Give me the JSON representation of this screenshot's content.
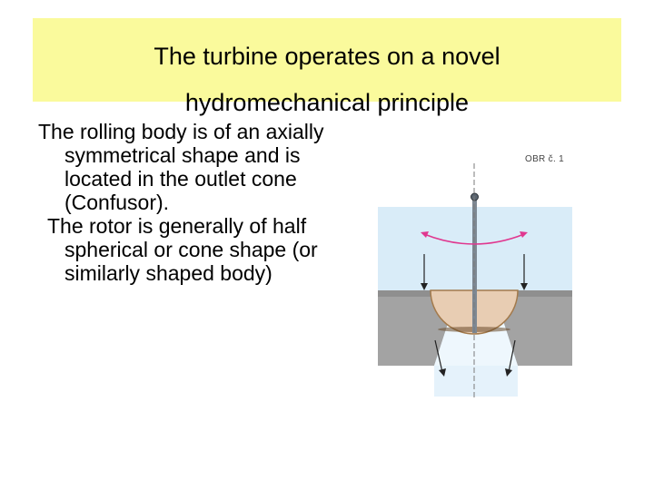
{
  "title": {
    "line1": "The turbine operates on a novel",
    "line2": "hydromechanical principle"
  },
  "body": {
    "paragraph1": "The rolling body is of an axially symmetrical shape and is located in the outlet cone (Confusor).",
    "paragraph2": "The rotor is generally of half spherical or cone shape (or similarly shaped body)"
  },
  "figure": {
    "label": "OBR č. 1"
  },
  "colors": {
    "title_bg": "#fafa9c",
    "water": "#d9ecf8",
    "housing": "#a3a3a3",
    "rotor": "#e8cdb3",
    "swing_arrow": "#e0378f"
  }
}
